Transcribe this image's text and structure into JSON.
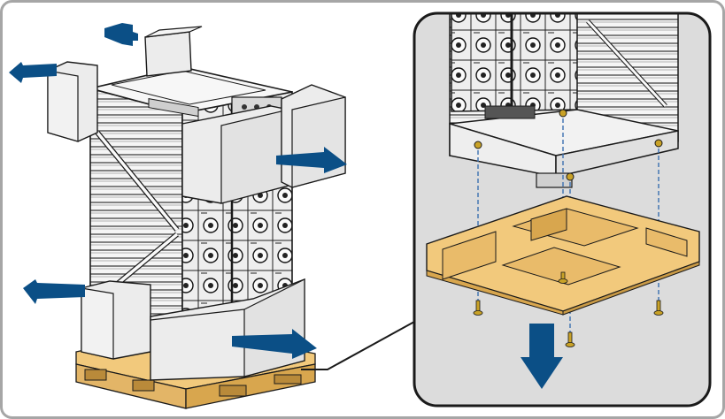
{
  "figure": {
    "kind": "installation-illustration",
    "text_labels": [],
    "colors": {
      "frame_border": "#a6a6a6",
      "packaging_foam": "#ececec",
      "cabinet_body": "#f7f7f7",
      "outline": "#1a1a1a",
      "pallet_wood": "#f2c97c",
      "pallet_wood_dark": "#d8a64e",
      "arrow_blue": "#0b4f86",
      "detail_background": "#dcdcdc",
      "screw_gold": "#c9a227",
      "dashed_guide": "#3a6fb0"
    },
    "icons": {
      "removal_arrow": "arrow-icon",
      "down_arrow": "arrow-down-icon",
      "screw": "screw-icon"
    },
    "scene": {
      "packaging_pieces_removed": 6,
      "detail_screws": 4
    }
  }
}
